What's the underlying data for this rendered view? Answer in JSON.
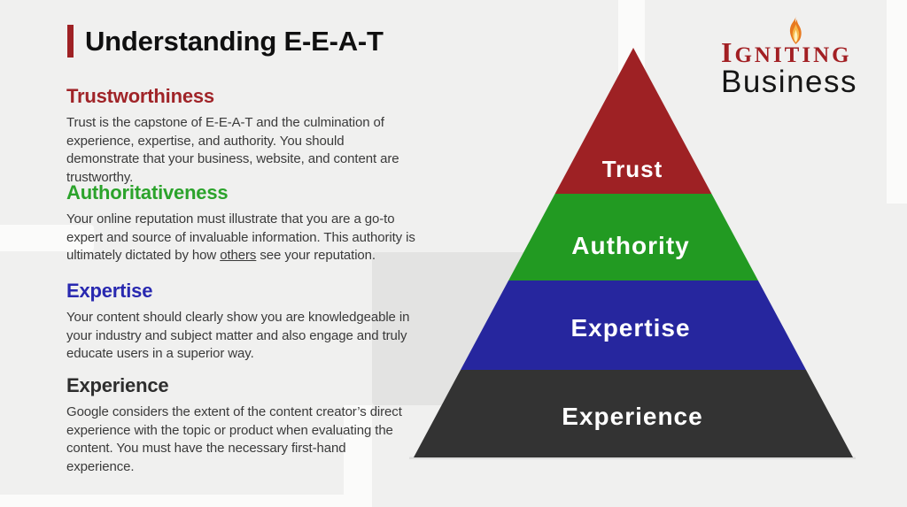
{
  "title": {
    "text": "Understanding E-E-A-T"
  },
  "palette": {
    "page_bg": "#f0f0ef",
    "accent_bar_red": "#9e2124",
    "gray_block": "#e3e3e2",
    "body_text": "#3a3a3a"
  },
  "sections": [
    {
      "heading": "Trustworthiness",
      "color": "#a02428",
      "body": "Trust is the capstone of E-E-A-T and the culmination of experience, expertise, and authority. You should demonstrate that your business, website, and content are trustworthy."
    },
    {
      "heading": "Authoritativeness",
      "color": "#2ba32b",
      "body_pre": "Your online reputation must illustrate that you are a go-to expert and source of invaluable information. This authority is ultimately dictated by how ",
      "body_underlined": "others",
      "body_post": " see your reputation."
    },
    {
      "heading": "Expertise",
      "color": "#2929b0",
      "body": "Your content should clearly show you are knowledgeable in your industry and subject matter and also engage and truly educate users in a superior way."
    },
    {
      "heading": "Experience",
      "color": "#2e2e2e",
      "body": "Google considers the extent of the content creator’s direct experience with the topic or product when evaluating the content. You must have the necessary first-hand experience."
    }
  ],
  "pyramid": {
    "levels": [
      {
        "label": "Trust",
        "color": "#9e2124"
      },
      {
        "label": "Authority",
        "color": "#229a22"
      },
      {
        "label": "Expertise",
        "color": "#26269e"
      },
      {
        "label": "Experience",
        "color": "#333333"
      }
    ]
  },
  "logo": {
    "top_first": "I",
    "top_rest": "GNITING",
    "bottom": "Business",
    "flame_icon": "flame-icon",
    "red": "#a21f23",
    "black": "#161616"
  }
}
